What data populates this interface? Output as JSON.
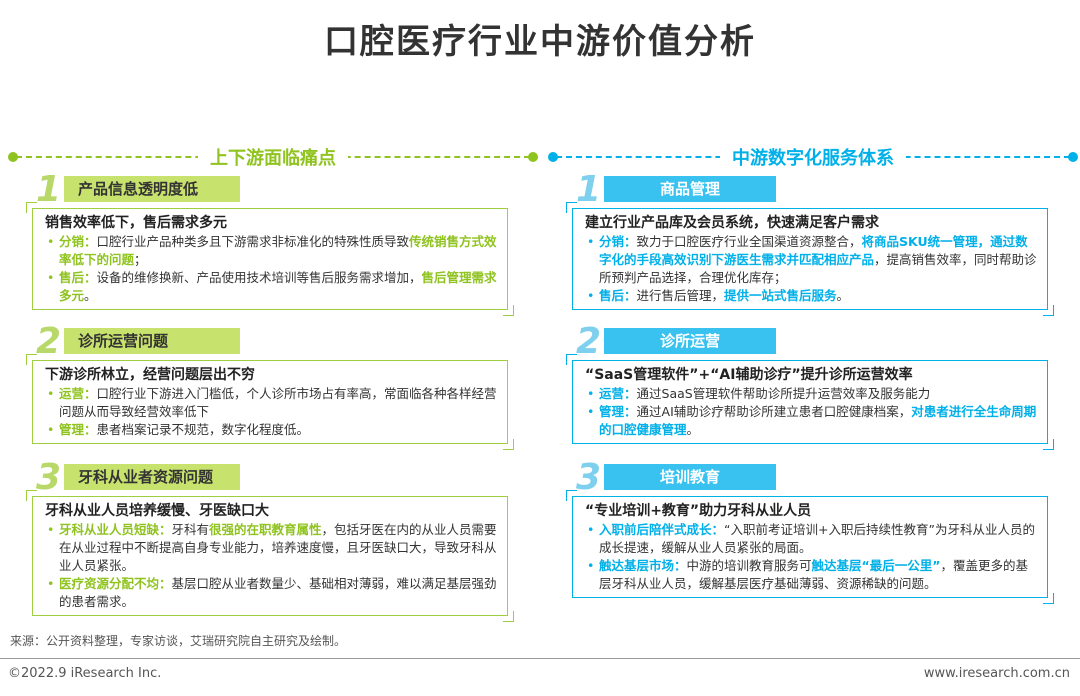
{
  "title": "口腔医疗行业中游价值分析",
  "left": {
    "header": "上下游面临痛点",
    "sections": [
      {
        "num": "1",
        "label": "产品信息透明度低",
        "box_title": "销售效率低下，售后需求多元",
        "bullets": [
          {
            "lead": "分销：",
            "text": "口腔行业产品种类多且下游需求非标准化的特殊性质导致",
            "hl": "传统销售方式效率低下的问题",
            "tail": "；"
          },
          {
            "lead": "售后：",
            "text": "设备的维修换新、产品使用技术培训等售后服务需求增加，",
            "hl": "售后管理需求多元",
            "tail": "。"
          }
        ]
      },
      {
        "num": "2",
        "label": "诊所运营问题",
        "box_title": "下游诊所林立，经营问题层出不穷",
        "bullets": [
          {
            "lead": "运营：",
            "text": "口腔行业下游进入门槛低，个人诊所市场占有率高，常面临各种各样经营问题从而导致经营效率低下",
            "hl": "",
            "tail": ""
          },
          {
            "lead": "管理：",
            "text": "患者档案记录不规范，数字化程度低。",
            "hl": "",
            "tail": ""
          }
        ]
      },
      {
        "num": "3",
        "label": "牙科从业者资源问题",
        "box_title": "牙科从业人员培养缓慢、牙医缺口大",
        "bullets": [
          {
            "lead": "牙科从业人员短缺：",
            "text": "牙科有",
            "hl": "很强的在职教育属性",
            "tail": "，包括牙医在内的从业人员需要在从业过程中不断提高自身专业能力，培养速度慢，且牙医缺口大，导致牙科从业人员紧张。"
          },
          {
            "lead": "医疗资源分配不均：",
            "text": "基层口腔从业者数量少、基础相对薄弱，难以满足基层强劲的患者需求。",
            "hl": "",
            "tail": ""
          }
        ]
      }
    ]
  },
  "right": {
    "header": "中游数字化服务体系",
    "sections": [
      {
        "num": "1",
        "label": "商品管理",
        "box_title": "建立行业产品库及会员系统，快速满足客户需求",
        "bullets": [
          {
            "lead": "分销：",
            "text": "致力于口腔医疗行业全国渠道资源整合，",
            "hl": "将商品SKU统一管理，通过数字化的手段高效识别下游医生需求并匹配相应产品",
            "tail": "，提高销售效率，同时帮助诊所预判产品选择，合理优化库存；"
          },
          {
            "lead": "售后：",
            "text": "进行售后管理，",
            "hl": "提供一站式售后服务",
            "tail": "。"
          }
        ]
      },
      {
        "num": "2",
        "label": "诊所运营",
        "box_title": "“SaaS管理软件”+“AI辅助诊疗”提升诊所运营效率",
        "bullets": [
          {
            "lead": "运营：",
            "text": "通过SaaS管理软件帮助诊所提升运营效率及服务能力",
            "hl": "",
            "tail": ""
          },
          {
            "lead": "管理：",
            "text": "通过AI辅助诊疗帮助诊所建立患者口腔健康档案，",
            "hl": "对患者进行全生命周期的口腔健康管理",
            "tail": "。"
          }
        ]
      },
      {
        "num": "3",
        "label": "培训教育",
        "box_title": "“专业培训+教育”助力牙科从业人员",
        "bullets": [
          {
            "lead": "入职前后陪伴式成长：",
            "text": "“入职前考证培训+入职后持续性教育”为牙科从业人员的成长提速，缓解从业人员紧张的局面。",
            "hl": "",
            "tail": ""
          },
          {
            "lead": "触达基层市场：",
            "text": "中游的培训教育服务可",
            "hl": "触达基层“最后一公里”",
            "tail": "，覆盖更多的基层牙科从业人员，缓解基层医疗基础薄弱、资源稀缺的问题。"
          }
        ]
      }
    ]
  },
  "source": "来源：公开资料整理，专家访谈，艾瑞研究院自主研究及绘制。",
  "footer_left": "©2022.9 iResearch Inc.",
  "footer_right": "www.iresearch.com.cn",
  "colors": {
    "green": "#8fc31f",
    "blue": "#00b0e8"
  }
}
